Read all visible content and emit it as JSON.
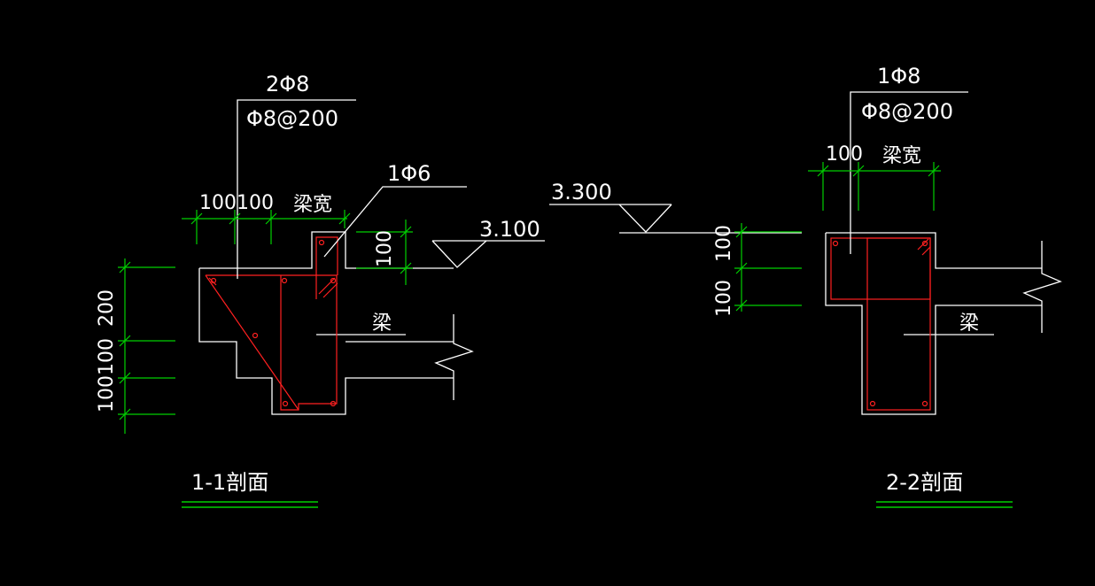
{
  "colors": {
    "background": "#000000",
    "outline": "#ffffff",
    "rebar": "#ff2020",
    "dimension": "#00d000",
    "title_underline": "#00d000"
  },
  "section1": {
    "label_top": "2Φ8",
    "label_stirrup": "Φ8@200",
    "label_small_bar": "1Φ6",
    "dim_h1": "100",
    "dim_h2": "100",
    "dim_beam_width": "梁宽",
    "dim_ledge_height": "100",
    "elevation": "3.100",
    "beam_label": "梁",
    "dim_v1": "200",
    "dim_v2": "100",
    "dim_v3": "100",
    "title": "1-1剖面"
  },
  "middle": {
    "elevation": "3.300"
  },
  "section2": {
    "label_top": "1Φ8",
    "label_stirrup": "Φ8@200",
    "dim_h1": "100",
    "dim_beam_width": "梁宽",
    "dim_v1": "100",
    "dim_v2": "100",
    "beam_label": "梁",
    "title": "2-2剖面"
  }
}
